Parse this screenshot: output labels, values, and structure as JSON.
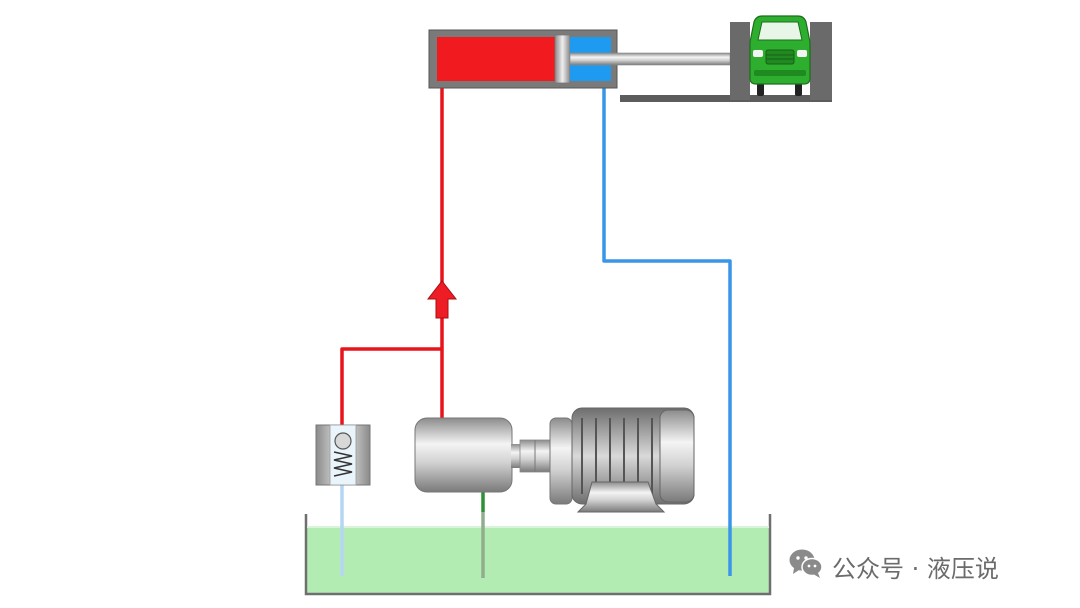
{
  "watermark": {
    "icon": "wechat-icon",
    "text": "公众号 · 液压说"
  },
  "colors": {
    "pressure_line": "#e8141c",
    "return_line": "#3a95e8",
    "suction_line": "#2f8f36",
    "tank_oil": "#b3ecb3",
    "cylinder_cap_chamber": "#f11a1f",
    "cylinder_rod_chamber": "#1e9bf0",
    "vehicle_body": "#2eae2e"
  },
  "components": [
    "oil-tank",
    "check-valve",
    "hydraulic-pump",
    "electric-motor",
    "hydraulic-cylinder",
    "vehicle-load",
    "flow-direction-arrow"
  ]
}
